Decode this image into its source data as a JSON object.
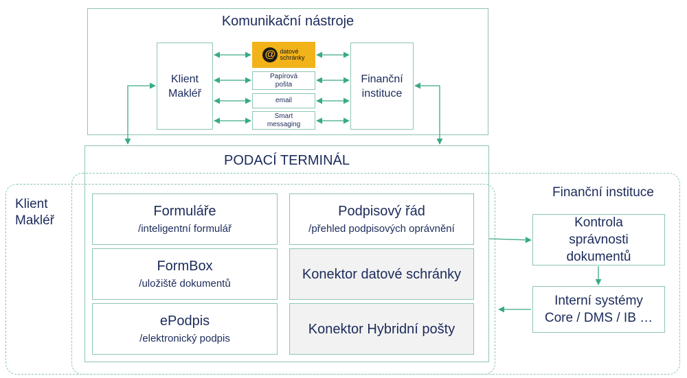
{
  "communication": {
    "title": "Komunikační nástroje",
    "client_box": "Klient\nMakléř",
    "institution_box": "Finanční\ninstituce",
    "channels": {
      "datove_schranky_logo": "datové\nschránky",
      "paper_mail": "Papírová\npošta",
      "email": "email",
      "smart_messaging": "Smart\nmessaging"
    }
  },
  "terminal": {
    "title": "PODACÍ TERMINÁL",
    "modules": [
      {
        "title": "Formuláře",
        "subtitle": "/inteligentní formulář"
      },
      {
        "title": "Podpisový řád",
        "subtitle": "/přehled podpisových oprávnění"
      },
      {
        "title": "FormBox",
        "subtitle": "/uložiště dokumentů"
      },
      {
        "title": "Konektor datové schránky",
        "subtitle": ""
      },
      {
        "title": "ePodpis",
        "subtitle": "/elektronický podpis"
      },
      {
        "title": "Konektor Hybridní pošty",
        "subtitle": ""
      }
    ]
  },
  "zones": {
    "client": "Klient\nMakléř",
    "institution": "Finanční instituce"
  },
  "institution_side": {
    "validation": "Kontrola\nsprávnosti\ndokumentů",
    "internal_systems": "Interní systémy\nCore / DMS / IB …"
  },
  "colors": {
    "border": "#8cc5b0",
    "arrow": "#3aaa82",
    "text": "#1b2a5a",
    "logo_bg": "#f2b21a",
    "module_gray": "#f2f2f2"
  }
}
